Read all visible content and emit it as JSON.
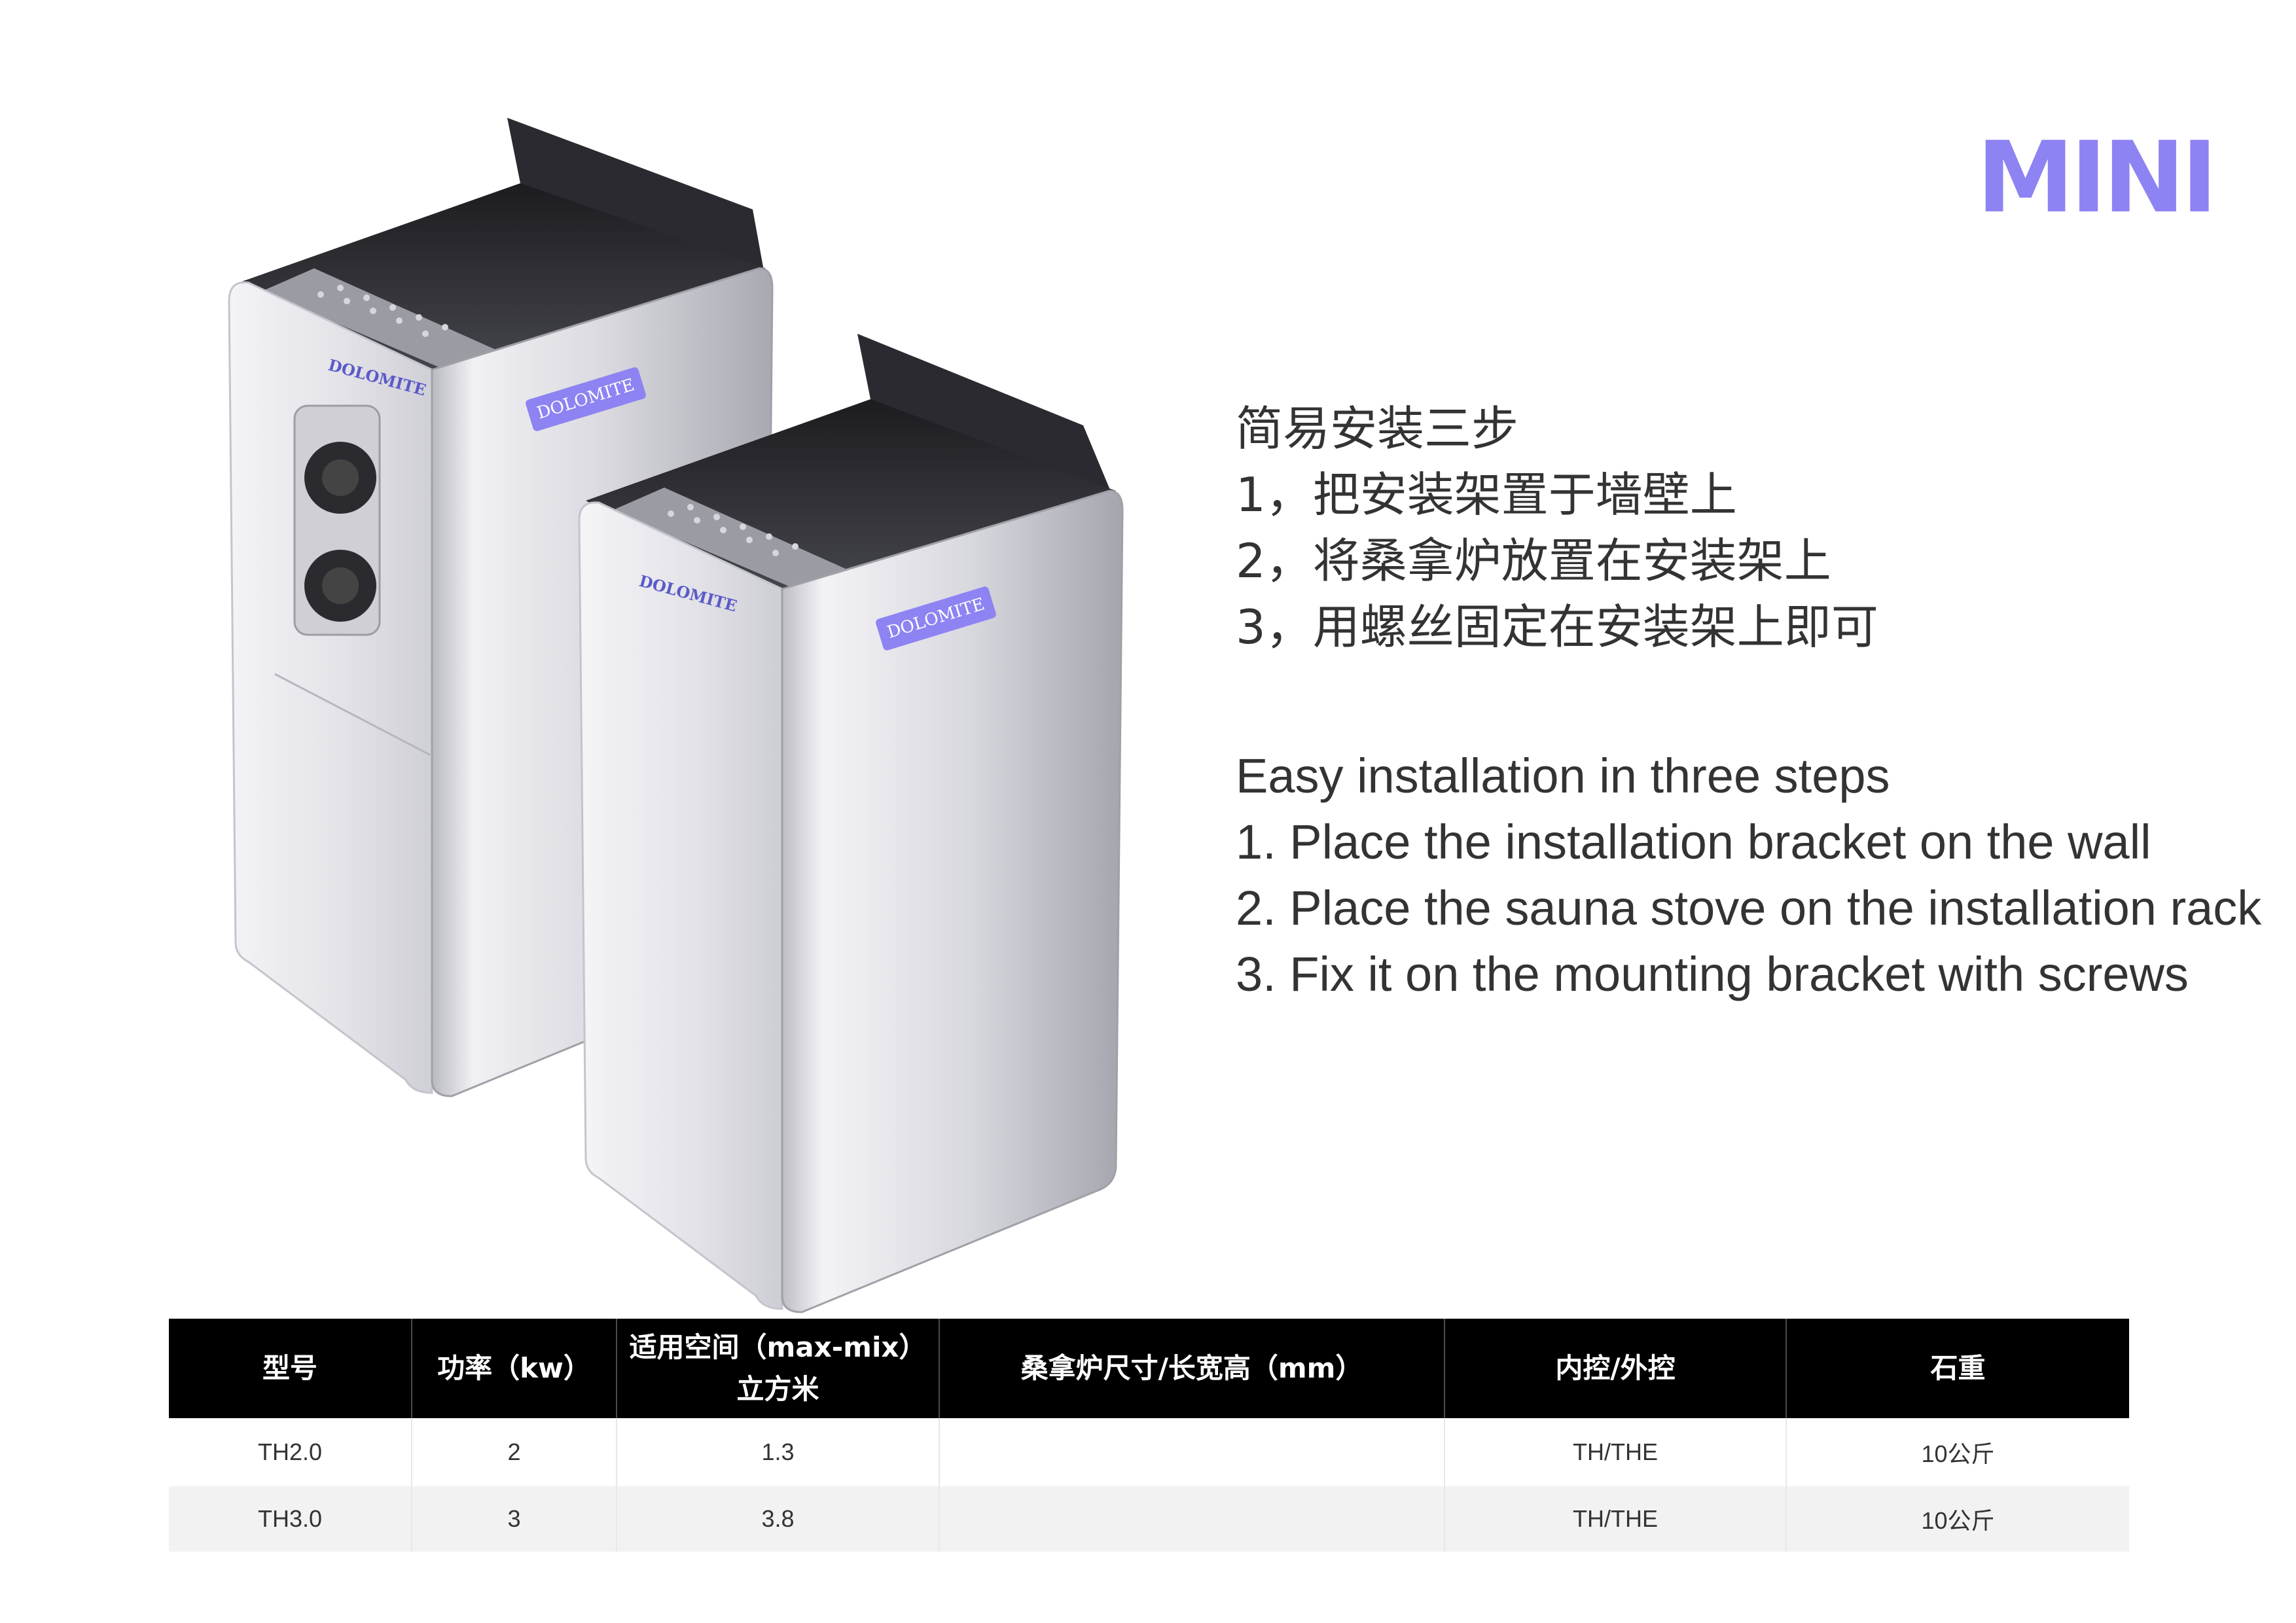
{
  "header": {
    "title": "MINI"
  },
  "product": {
    "brand": "DOLOMITE",
    "model": "MINI"
  },
  "steps_cn": [
    "简易安装三步",
    "1，把安装架置于墙壁上",
    "2，将桑拿炉放置在安装架上",
    "3，用螺丝固定在安装架上即可"
  ],
  "steps_en": [
    "Easy installation in three steps",
    "1. Place the installation bracket on the wall",
    "2. Place the sauna stove on the installation rack",
    "3. Fix it on the mounting bracket with screws"
  ],
  "table": {
    "headers": [
      "型号",
      "功率（kw）",
      "适用空间（max-mix）",
      "立方米",
      "桑拿炉尺寸/长宽高（mm）",
      "内控/外控",
      "石重"
    ],
    "rows": [
      [
        "TH2.0",
        "2",
        "1.3",
        "",
        "TH/THE",
        "10公斤"
      ],
      [
        "TH3.0",
        "3",
        "3.8",
        "",
        "TH/THE",
        "10公斤"
      ]
    ]
  },
  "colors": {
    "accent": "#8e83f2",
    "header_bg": "#000000",
    "row_alt": "#f2f2f2"
  }
}
